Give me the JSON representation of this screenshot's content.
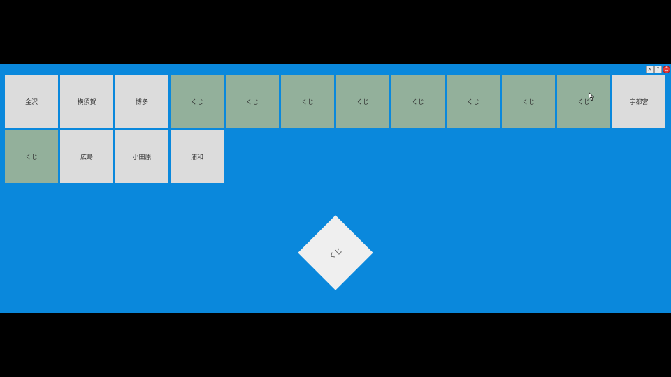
{
  "window_controls": [
    {
      "name": "close",
      "glyph": "×"
    },
    {
      "name": "help",
      "glyph": "?"
    },
    {
      "name": "power",
      "glyph": "⏻"
    }
  ],
  "tiles_row1": [
    {
      "label": "金沢",
      "kind": "city"
    },
    {
      "label": "横須賀",
      "kind": "city"
    },
    {
      "label": "博多",
      "kind": "city"
    },
    {
      "label": "くじ",
      "kind": "kuji"
    },
    {
      "label": "くじ",
      "kind": "kuji"
    },
    {
      "label": "くじ",
      "kind": "kuji"
    },
    {
      "label": "くじ",
      "kind": "kuji"
    },
    {
      "label": "くじ",
      "kind": "kuji"
    },
    {
      "label": "くじ",
      "kind": "kuji"
    },
    {
      "label": "くじ",
      "kind": "kuji"
    },
    {
      "label": "くじ",
      "kind": "kuji"
    },
    {
      "label": "宇都宮",
      "kind": "city"
    }
  ],
  "tiles_row2": [
    {
      "label": "くじ",
      "kind": "kuji"
    },
    {
      "label": "広島",
      "kind": "city"
    },
    {
      "label": "小田原",
      "kind": "city"
    },
    {
      "label": "浦和",
      "kind": "city"
    }
  ],
  "draw_button": {
    "label": "くじ"
  },
  "colors": {
    "background": "#0a88dc",
    "city_tile": "#dcdcdc",
    "kuji_tile": "#93b09b",
    "diamond": "#efefef"
  }
}
